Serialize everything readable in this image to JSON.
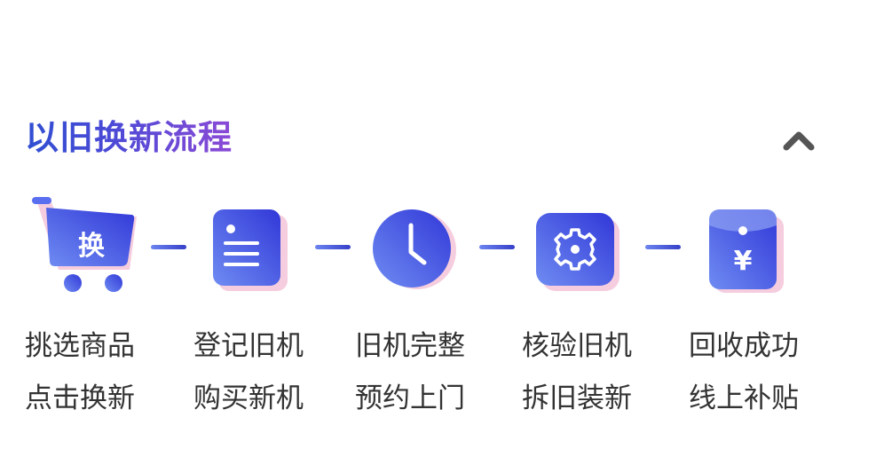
{
  "section": {
    "title": "以旧换新流程",
    "collapse_icon": "chevron-up-icon"
  },
  "colors": {
    "primary_blue": "#3a4fe0",
    "title_gradient_start": "#2f4fd1",
    "title_gradient_end": "#8b4ad6",
    "shadow_pink": "#f3b8d4",
    "label_text": "#333333",
    "chevron": "#555555"
  },
  "steps": [
    {
      "icon": "shopping-cart-icon",
      "icon_text": "换",
      "line1": "挑选商品",
      "line2": "点击换新"
    },
    {
      "icon": "document-icon",
      "line1": "登记旧机",
      "line2": "购买新机"
    },
    {
      "icon": "clock-icon",
      "line1": "旧机完整",
      "line2": "预约上门"
    },
    {
      "icon": "gear-icon",
      "line1": "核验旧机",
      "line2": "拆旧装新"
    },
    {
      "icon": "red-envelope-yen-icon",
      "icon_text": "¥",
      "line1": "回收成功",
      "line2": "线上补贴"
    }
  ]
}
